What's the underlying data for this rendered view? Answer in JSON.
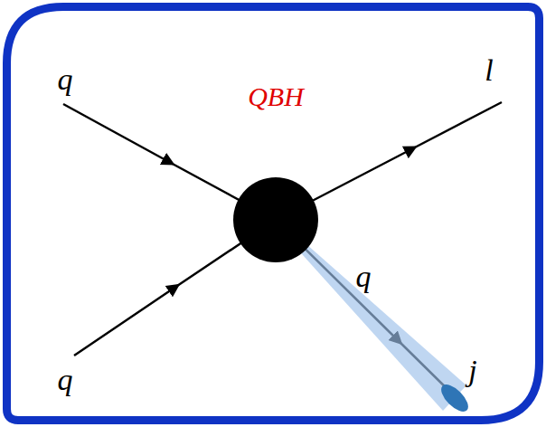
{
  "diagram": {
    "nodes": [
      {
        "text": [
          "QBH"
        ]
      }
    ],
    "labels": [
      "q",
      "l",
      "q",
      "q",
      "j"
    ]
  }
}
